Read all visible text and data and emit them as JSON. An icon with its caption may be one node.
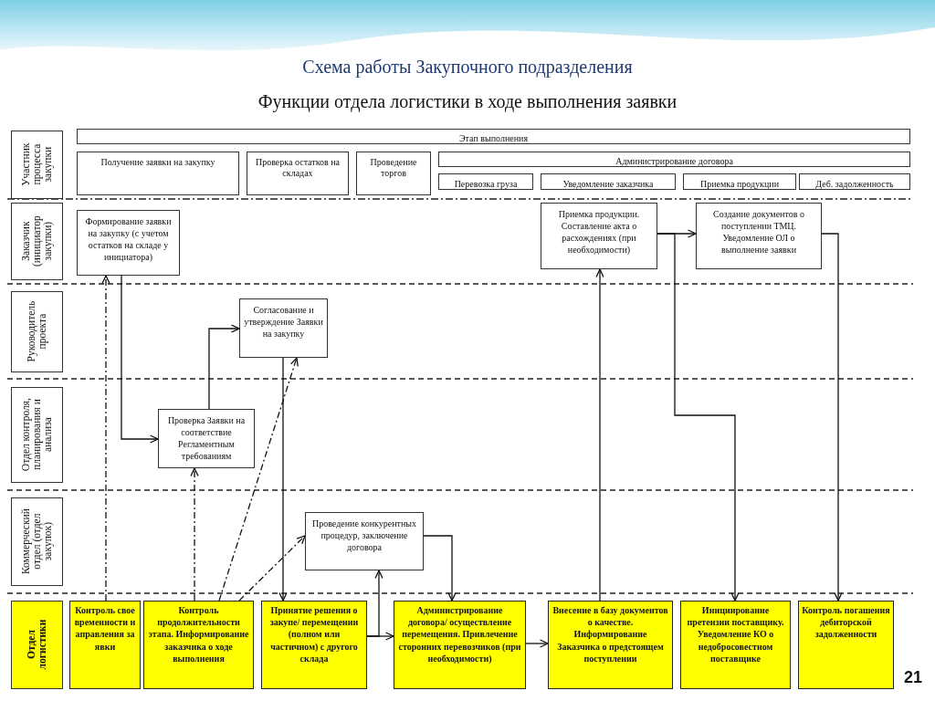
{
  "diagram": {
    "title": "Схема работы Закупочного подразделения",
    "nodes": [
      {
        "text": [
          "Участник процесса закупки"
        ]
      },
      {
        "text": [
          "Этап выполнения"
        ]
      },
      {
        "text": [
          "Получение заявки на закупку"
        ]
      },
      {
        "text": [
          "Проверка остатков на складах"
        ]
      },
      {
        "text": [
          "Проведение торгов"
        ]
      },
      {
        "text": [
          "Администрирование договора"
        ]
      },
      {
        "text": [
          "Перевозка груза"
        ]
      },
      {
        "text": [
          "Уведомление заказчика"
        ]
      },
      {
        "text": [
          "Приемка продукции"
        ]
      },
      {
        "text": [
          "Деб. задолженность"
        ]
      },
      {
        "text": [
          "Заказчик (инициатор закупки)"
        ]
      },
      {
        "text": [
          "Формирование заявки на закупку (с учетом остатков на складе у инициатора)"
        ]
      },
      {
        "text": [
          "Приемка продукции. Составление акта о расхождениях (при необходимости)"
        ]
      },
      {
        "text": [
          "Создание документов о поступлении ТМЦ. Уведомление ОЛ о выполнение заявки"
        ]
      },
      {
        "text": [
          "Руководитель проекта"
        ]
      },
      {
        "text": [
          "Согласование и утверждение Заявки на закупку"
        ]
      },
      {
        "text": [
          "Отдел контроля, планирования и анализа"
        ]
      },
      {
        "text": [
          "Проверка Заявки на соответствие Регламентным требованиям"
        ]
      },
      {
        "text": [
          "Коммерческий отдел (отдел закупок)"
        ]
      },
      {
        "text": [
          "Проведение конкурентных процедур, заключение договора"
        ]
      },
      {
        "text": [
          "Отдел логистики"
        ]
      },
      {
        "text": [
          "Контроль своевременности направления заявки"
        ]
      },
      {
        "text": [
          "Контроль продолжительности этапа. Информирование заказчика о ходе выполнения"
        ]
      },
      {
        "text": [
          "Принятие решения о закупе/ перемещении (полном или частичном) с другого склада"
        ]
      },
      {
        "text": [
          "Администрирование договора/ осуществление перемещения. Привлечение сторонних перевозчиков (при необходимости)"
        ]
      },
      {
        "text": [
          "Внесение в базу документов о качестве. Информирование Заказчика о предстоящем поступлении"
        ]
      },
      {
        "text": [
          "Инициирование претензии поставщику. Уведомление КО о недобросовестном поставщике"
        ]
      },
      {
        "text": [
          "Контроль погашения дебиторской задолженности"
        ]
      }
    ],
    "edges": [
      {
        "from": 11,
        "to": 17,
        "arrow": "to"
      },
      {
        "from": 17,
        "to": 15,
        "arrow": "to"
      },
      {
        "from": 15,
        "to": 23,
        "arrow": "to"
      },
      {
        "from": 21,
        "to": 11,
        "arrow": "to",
        "style": "dashed"
      },
      {
        "from": 22,
        "to": 17,
        "arrow": "to",
        "style": "dashed"
      },
      {
        "from": 22,
        "to": 15,
        "arrow": "to",
        "style": "dashed"
      },
      {
        "from": 22,
        "to": 19,
        "arrow": "to",
        "style": "dashed"
      },
      {
        "from": 23,
        "to": 24,
        "arrow": "to"
      },
      {
        "from": 23,
        "to": 19,
        "arrow": "to"
      },
      {
        "from": 19,
        "to": 24,
        "arrow": "to"
      },
      {
        "from": 24,
        "to": 25,
        "arrow": "to"
      },
      {
        "from": 25,
        "to": 12,
        "arrow": "to"
      },
      {
        "from": 12,
        "to": 13,
        "arrow": "to"
      },
      {
        "from": 12,
        "to": 26,
        "arrow": "to"
      },
      {
        "from": 13,
        "to": 27,
        "arrow": "to"
      }
    ],
    "labels": [
      "Функции отдела логистики в ходе выполнения заявки",
      "21"
    ]
  }
}
